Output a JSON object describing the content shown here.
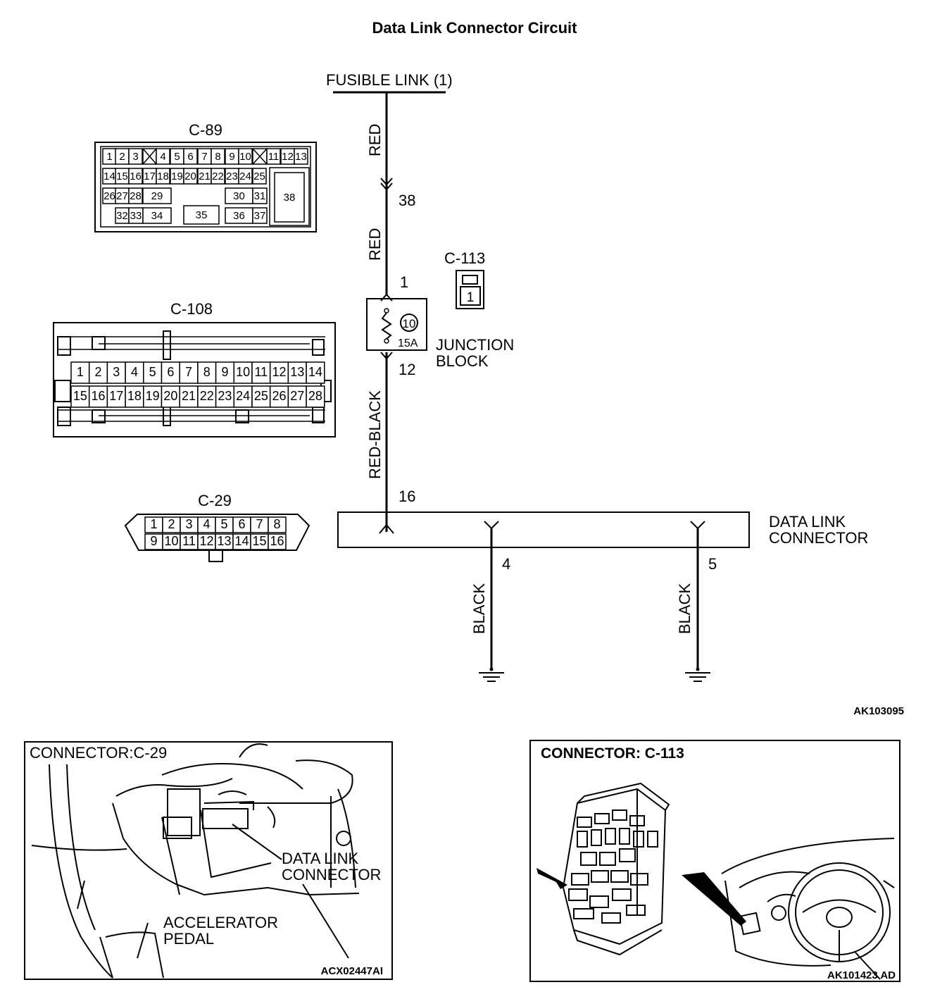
{
  "title": "Data Link Connector Circuit",
  "fusible_link": "FUSIBLE LINK (1)",
  "wires": {
    "red_1": "RED",
    "red_2": "RED",
    "red_black": "RED-BLACK",
    "black_1": "BLACK",
    "black_2": "BLACK"
  },
  "pins": {
    "p38": "38",
    "p1": "1",
    "p12": "12",
    "p16": "16",
    "p4": "4",
    "p5": "5"
  },
  "fuse": {
    "number": "10",
    "rating": "15A"
  },
  "junction_block": {
    "line1": "JUNCTION",
    "line2": "BLOCK"
  },
  "data_link_connector": {
    "line1": "DATA LINK",
    "line2": "CONNECTOR"
  },
  "connectors": {
    "c89": {
      "label": "C-89",
      "row1": [
        "1",
        "2",
        "3",
        "4",
        "5",
        "6",
        "7",
        "8",
        "9",
        "10",
        "11",
        "12",
        "13"
      ],
      "row2": [
        "14",
        "15",
        "16",
        "17",
        "18",
        "19",
        "20",
        "21",
        "22",
        "23",
        "24",
        "25"
      ],
      "row3": [
        "26",
        "27",
        "28",
        "29",
        "30",
        "31",
        "38"
      ],
      "row4": [
        "32",
        "33",
        "34",
        "35",
        "36",
        "37"
      ]
    },
    "c108": {
      "label": "C-108",
      "row1": [
        "1",
        "2",
        "3",
        "4",
        "5",
        "6",
        "7",
        "8",
        "9",
        "10",
        "11",
        "12",
        "13",
        "14"
      ],
      "row2": [
        "15",
        "16",
        "17",
        "18",
        "19",
        "20",
        "21",
        "22",
        "23",
        "24",
        "25",
        "26",
        "27",
        "28"
      ]
    },
    "c113": {
      "label": "C-113",
      "pin": "1"
    },
    "c29": {
      "label": "C-29",
      "row1": [
        "1",
        "2",
        "3",
        "4",
        "5",
        "6",
        "7",
        "8"
      ],
      "row2": [
        "9",
        "10",
        "11",
        "12",
        "13",
        "14",
        "15",
        "16"
      ]
    }
  },
  "diagram_code": "AK103095",
  "panel_left": {
    "title": "CONNECTOR:C-29",
    "callout_1a": "DATA  LINK",
    "callout_1b": "CONNECTOR",
    "callout_2a": "ACCELERATOR",
    "callout_2b": "PEDAL",
    "code": "ACX02447AI"
  },
  "panel_right": {
    "title": "CONNECTOR: C-113",
    "code": "AK101423 AD"
  }
}
